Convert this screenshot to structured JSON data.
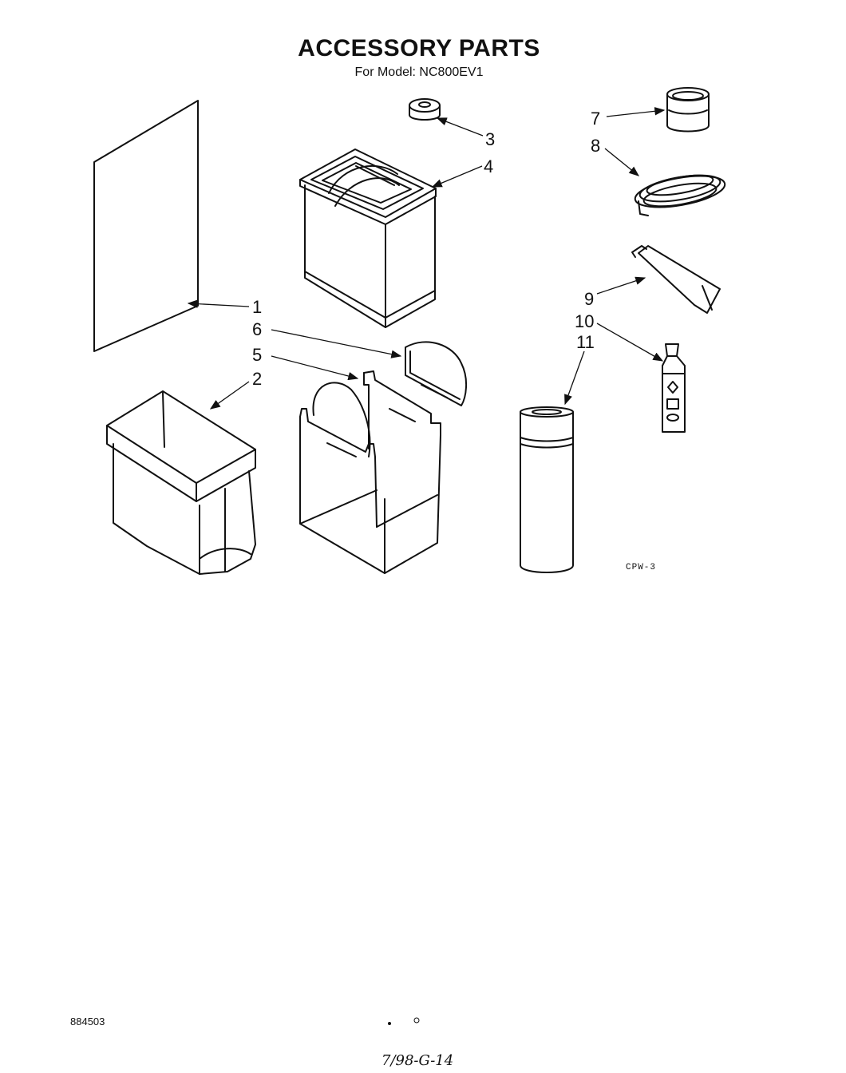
{
  "header": {
    "title": "ACCESSORY PARTS",
    "subtitle": "For Model: NC800EV1"
  },
  "callouts": [
    {
      "id": "1",
      "label": "1"
    },
    {
      "id": "2",
      "label": "2"
    },
    {
      "id": "3",
      "label": "3"
    },
    {
      "id": "4",
      "label": "4"
    },
    {
      "id": "5",
      "label": "5"
    },
    {
      "id": "6",
      "label": "6"
    },
    {
      "id": "7",
      "label": "7"
    },
    {
      "id": "8",
      "label": "8"
    },
    {
      "id": "9",
      "label": "9"
    },
    {
      "id": "10",
      "label": "10"
    },
    {
      "id": "11",
      "label": "11"
    }
  ],
  "figure_code": "CPW-3",
  "footer": {
    "doc_number": "884503",
    "handwritten_note": "7/98-G-14"
  }
}
